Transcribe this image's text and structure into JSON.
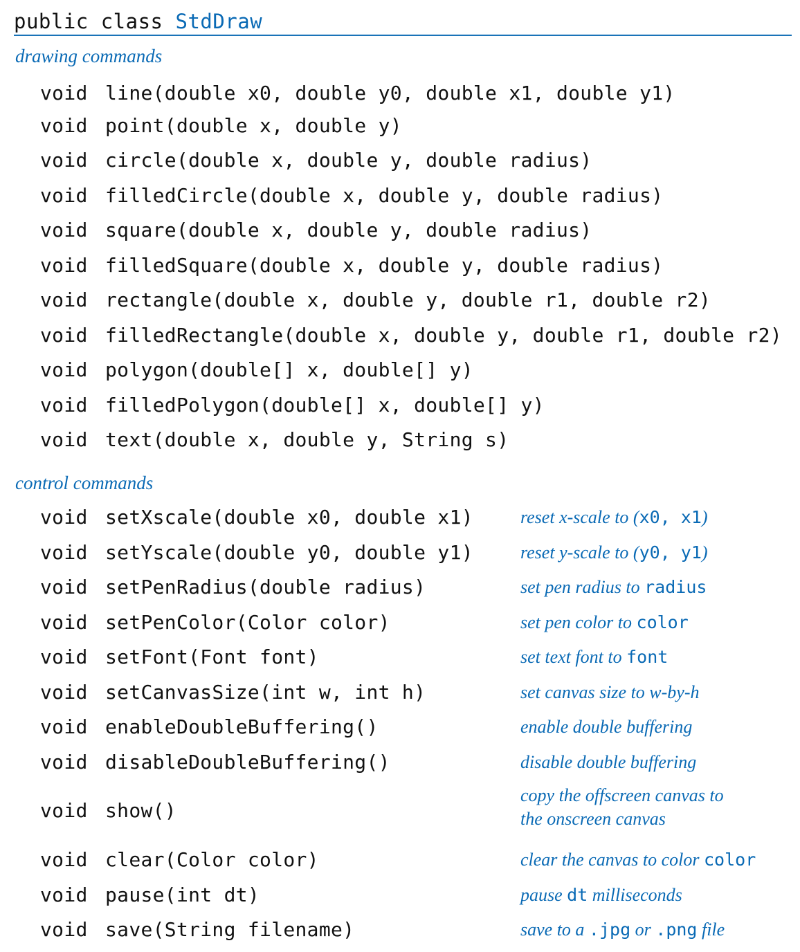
{
  "header": {
    "keyword": "public class ",
    "class_name": "StdDraw"
  },
  "sections": {
    "drawing": {
      "label": "drawing commands"
    },
    "control": {
      "label": "control commands"
    }
  },
  "drawing_methods": [
    {
      "ret": "void",
      "sig": "line(double x0, double y0, double x1, double y1)"
    },
    {
      "ret": "void",
      "sig": "point(double x, double y)"
    },
    {
      "ret": "void",
      "sig": "circle(double x, double y, double radius)"
    },
    {
      "ret": "void",
      "sig": "filledCircle(double x, double y, double radius)"
    },
    {
      "ret": "void",
      "sig": "square(double x, double y, double radius)"
    },
    {
      "ret": "void",
      "sig": "filledSquare(double x, double y, double radius)"
    },
    {
      "ret": "void",
      "sig": "rectangle(double x, double y, double r1, double r2)"
    },
    {
      "ret": "void",
      "sig": "filledRectangle(double x, double y, double r1, double r2)"
    },
    {
      "ret": "void",
      "sig": "polygon(double[] x, double[] y)"
    },
    {
      "ret": "void",
      "sig": "filledPolygon(double[] x, double[] y)"
    },
    {
      "ret": "void",
      "sig": "text(double x, double y, String s)"
    }
  ],
  "control_methods": [
    {
      "ret": "void",
      "sig": "setXscale(double x0, double x1)",
      "desc_a": "reset x-scale to (",
      "desc_code": "x0, x1",
      "desc_b": ")"
    },
    {
      "ret": "void",
      "sig": "setYscale(double y0, double y1)",
      "desc_a": "reset y-scale to (",
      "desc_code": "y0, y1",
      "desc_b": ")"
    },
    {
      "ret": "void",
      "sig": "setPenRadius(double radius)",
      "desc_a": "set pen radius to ",
      "desc_code": "radius",
      "desc_b": ""
    },
    {
      "ret": "void",
      "sig": "setPenColor(Color color)",
      "desc_a": "set pen color to ",
      "desc_code": "color",
      "desc_b": ""
    },
    {
      "ret": "void",
      "sig": "setFont(Font font)",
      "desc_a": "set text font to ",
      "desc_code": "font",
      "desc_b": ""
    },
    {
      "ret": "void",
      "sig": "setCanvasSize(int w, int h)",
      "desc_a": "set canvas size to w-by-h",
      "desc_code": "",
      "desc_b": ""
    },
    {
      "ret": "void",
      "sig": "enableDoubleBuffering()",
      "desc_a": "enable double buffering",
      "desc_code": "",
      "desc_b": ""
    },
    {
      "ret": "void",
      "sig": "disableDoubleBuffering()",
      "desc_a": "disable double buffering",
      "desc_code": "",
      "desc_b": ""
    },
    {
      "ret": "void",
      "sig": "show()",
      "desc_a": "copy the offscreen canvas to\nthe onscreen canvas",
      "desc_code": "",
      "desc_b": ""
    },
    {
      "ret": "void",
      "sig": "clear(Color color)",
      "desc_a": "clear the canvas to color ",
      "desc_code": "color",
      "desc_b": ""
    },
    {
      "ret": "void",
      "sig": "pause(int dt)",
      "desc_a": "pause ",
      "desc_code": "dt",
      "desc_b": " milliseconds"
    },
    {
      "ret": "void",
      "sig": "save(String filename)",
      "desc_a": "save to a ",
      "desc_code": ".jpg",
      "desc_b": " or ",
      "desc_code2": ".png",
      "desc_c": " file"
    }
  ],
  "colors": {
    "accent": "#0a6ab5",
    "text": "#111111",
    "rule": "#1a73b8"
  }
}
